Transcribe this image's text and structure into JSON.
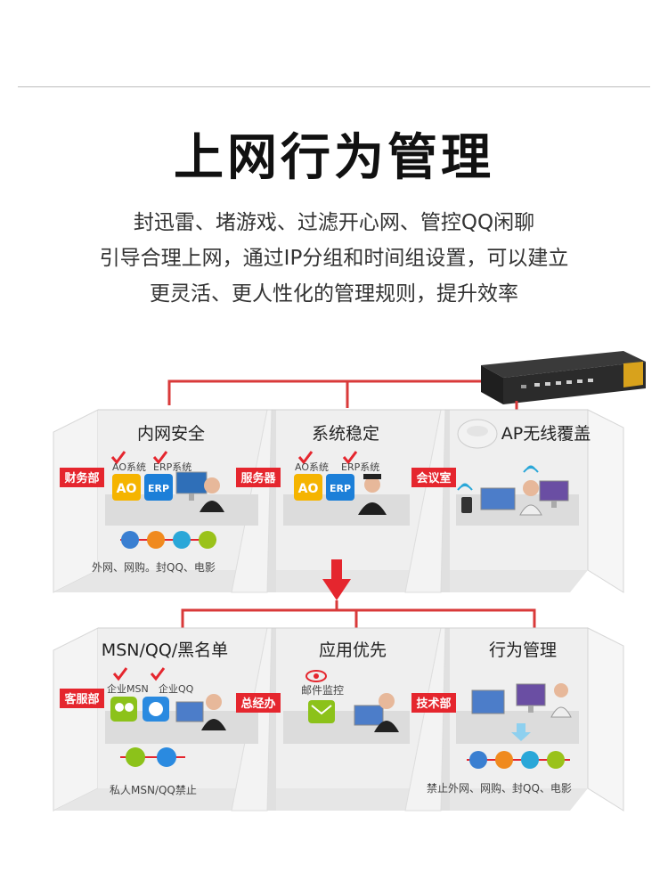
{
  "header": {
    "title": "上网行为管理",
    "lines": [
      "封迅雷、堵游戏、过滤开心网、管控QQ闲聊",
      "引导合理上网，通过IP分组和时间组设置，可以建立",
      "更灵活、更人性化的管理规则，提升效率"
    ]
  },
  "colors": {
    "red": "#e5262e",
    "line": "#d93a3a",
    "room": "#ececec",
    "wall": "#f6f6f6"
  },
  "rooms": [
    {
      "title": "内网安全",
      "dept": "财务部",
      "apps": [
        "AO系统",
        "ERP系统"
      ],
      "footer": "外网、网购。封QQ、电影"
    },
    {
      "title": "系统稳定",
      "dept": "服务器",
      "apps": [
        "AO系统",
        "ERP系统"
      ],
      "footer": ""
    },
    {
      "title": "AP无线覆盖",
      "dept": "会议室",
      "apps": [],
      "footer": ""
    },
    {
      "title": "MSN/QQ/黑名单",
      "dept": "客服部",
      "apps": [
        "企业MSN",
        "企业QQ"
      ],
      "footer": "私人MSN/QQ禁止"
    },
    {
      "title": "应用优先",
      "dept": "总经办",
      "apps": [
        "邮件监控"
      ],
      "footer": ""
    },
    {
      "title": "行为管理",
      "dept": "技术部",
      "apps": [],
      "footer": "禁止外网、网购、封QQ、电影"
    }
  ],
  "badges": {
    "ao": "AO",
    "erp": "ERP"
  }
}
